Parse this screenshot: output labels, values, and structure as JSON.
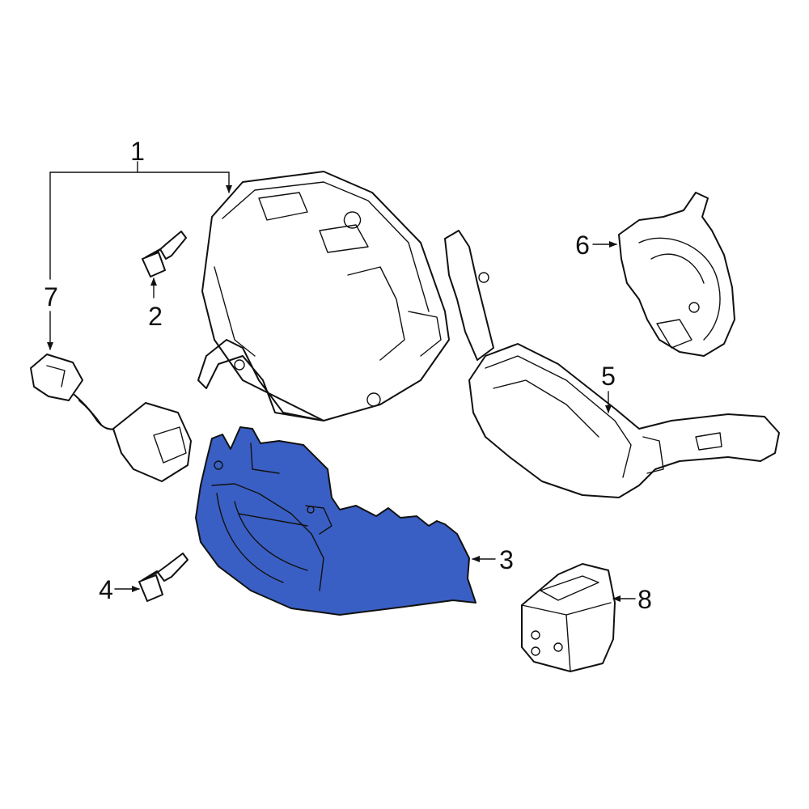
{
  "diagram": {
    "highlight_color": "#3a5fc4",
    "line_color": "#111111",
    "callouts": [
      {
        "id": "1",
        "label": "1"
      },
      {
        "id": "2",
        "label": "2"
      },
      {
        "id": "3",
        "label": "3"
      },
      {
        "id": "4",
        "label": "4"
      },
      {
        "id": "5",
        "label": "5"
      },
      {
        "id": "6",
        "label": "6"
      },
      {
        "id": "7",
        "label": "7"
      },
      {
        "id": "8",
        "label": "8"
      }
    ]
  }
}
